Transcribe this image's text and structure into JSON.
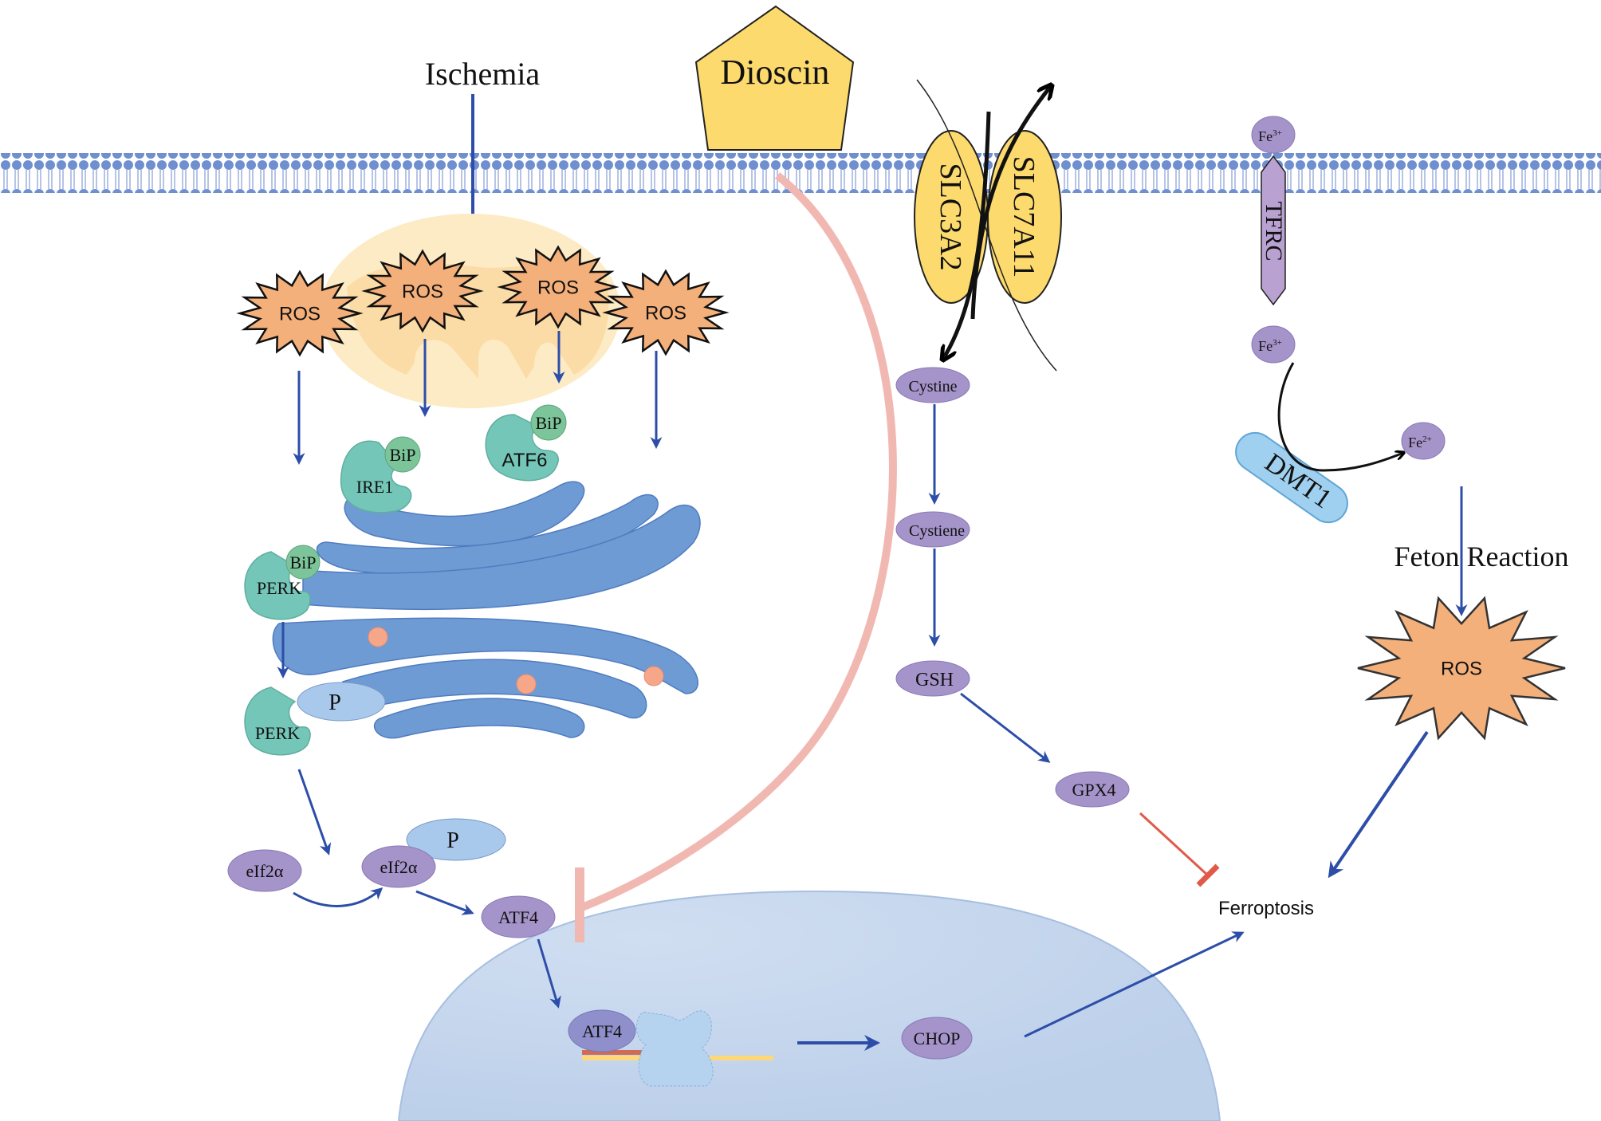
{
  "title": "Dioscin ischemia ER stress ferroptosis pathway",
  "labels": {
    "ischemia": "Ischemia",
    "dioscin": "Dioscin",
    "ros": "ROS",
    "bip": "BiP",
    "ire1": "IRE1",
    "atf6": "ATF6",
    "perk": "PERK",
    "p": "P",
    "eif2a": "eIf2α",
    "atf4": "ATF4",
    "chop": "CHOP",
    "slc3a2": "SLC3A2",
    "slc7a11": "SLC7A11",
    "cystine": "Cystine",
    "cystiene": "Cystiene",
    "gsh": "GSH",
    "gpx4": "GPX4",
    "tfrc": "TFRC",
    "fe3_base": "Fe",
    "fe3_sup": "3+",
    "fe2_base": "Fe",
    "fe2_sup": "2+",
    "dmt1": "DMT1",
    "feton": "Feton Reaction",
    "ferroptosis": "Ferroptosis"
  },
  "colors": {
    "membrane": "#6f8fcf",
    "arrow_blue": "#2d4ea8",
    "inhibit_red": "#e05a4a",
    "dioscin_inhibit": "#f1b8b2",
    "ros_fill": "#f4b07a",
    "mito_fill": "#fde7bb",
    "er_fill": "#6f9bd4",
    "teal_protein": "#74c6b8",
    "bip_green": "#7cc59a",
    "purple_node": "#a594ca",
    "yellow_transporter": "#fcda6d",
    "dmt1_blue": "#9fd0ef",
    "nucleus": "#c1d4ec",
    "phos": "#a9c9ec"
  }
}
